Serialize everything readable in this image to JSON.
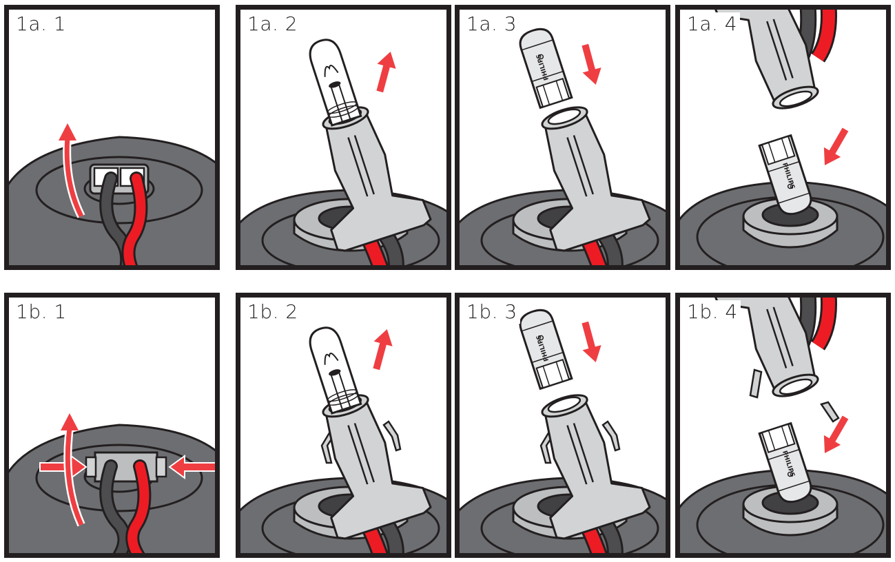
{
  "colors": {
    "outline": "#231f20",
    "body": "#6d6e71",
    "body_light": "#8a8b8e",
    "ring": "#bcbec0",
    "hole": "#414042",
    "wire_red": "#ed1c24",
    "wire_dark": "#4d4d4f",
    "socket": "#d1d3d4",
    "arrow": "#ef3e42",
    "glass": "#ffffff"
  },
  "panels": [
    {
      "label": "1a. 1",
      "icon": "connector-disconnect-icon"
    },
    {
      "label": "1a. 2",
      "icon": "bulb-remove-icon"
    },
    {
      "label": "1a. 3",
      "icon": "led-insert-icon"
    },
    {
      "label": "1a. 4",
      "icon": "socket-insert-icon"
    },
    {
      "label": "1b. 1",
      "icon": "connector-squeeze-icon"
    },
    {
      "label": "1b. 2",
      "icon": "bulb-remove-icon"
    },
    {
      "label": "1b. 3",
      "icon": "led-insert-icon"
    },
    {
      "label": "1b. 4",
      "icon": "socket-insert-icon"
    }
  ],
  "brand_text": "PHILIPS"
}
